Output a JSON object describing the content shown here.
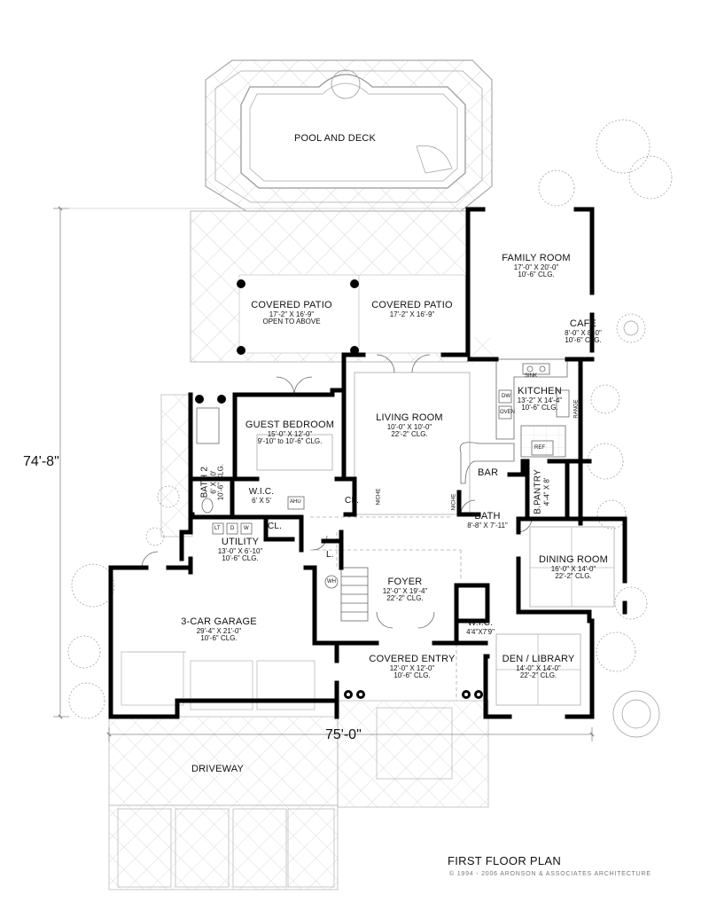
{
  "plan": {
    "title": "FIRST FLOOR PLAN",
    "copyright": "© 1994 - 2006 ARONSON & ASSOCIATES ARCHITECTURE",
    "overall_depth": "74'-8\"",
    "overall_width": "75'-0\""
  },
  "rooms": {
    "pool": {
      "name": "POOL AND DECK"
    },
    "family": {
      "name": "FAMILY ROOM",
      "size": "17'-0\" X 20'-0\"",
      "clg": "10'-6\" CLG."
    },
    "cafe": {
      "name": "CAFE",
      "size": "8'-0\" X 8'-0\"",
      "clg": "10'-6\" CLG."
    },
    "patio_left": {
      "name": "COVERED PATIO",
      "size": "17'-2\" X 16'-9\"",
      "note": "OPEN TO ABOVE"
    },
    "patio_right": {
      "name": "COVERED PATIO",
      "size": "17'-2\" X 16'-9\""
    },
    "kitchen": {
      "name": "KITCHEN",
      "size": "13'-2\" X 14'-4\"",
      "clg": "10'-6\" CLG."
    },
    "guest": {
      "name": "GUEST BEDROOM",
      "size": "15'-0\" X 12'-0\"",
      "clg": "9'-10\" to 10'-6\" CLG."
    },
    "living": {
      "name": "LIVING ROOM",
      "size": "10'-0\" X 10'-0\"",
      "clg": "22'-2\" CLG."
    },
    "bath2": {
      "name": "BATH 2",
      "size": "6' X 10'",
      "clg": "10'-6\" CLG."
    },
    "wic_guest": {
      "name": "W.I.C.",
      "size": "6' X 5'"
    },
    "bar": {
      "name": "BAR"
    },
    "pantry": {
      "name": "B.PANTRY",
      "size": "4'-4\" X 8'"
    },
    "bath": {
      "name": "BATH",
      "size": "8'-8\" X 7'-11\""
    },
    "utility": {
      "name": "UTILITY",
      "size": "13'-0\" X 6'-10\"",
      "clg": "10'-6\" CLG."
    },
    "dining": {
      "name": "DINING ROOM",
      "size": "16'-0\" X 14'-0\"",
      "clg": "22'-2\" CLG."
    },
    "foyer": {
      "name": "FOYER",
      "size": "12'-0\" X 19'-4\"",
      "clg": "22'-2\" CLG."
    },
    "garage": {
      "name": "3-CAR GARAGE",
      "size": "29'-4\" X 21'-0\"",
      "clg": "10'-6\" CLG."
    },
    "wic_den": {
      "name": "W.I.C.",
      "size": "4'4\"X7'9\""
    },
    "den": {
      "name": "DEN / LIBRARY",
      "size": "14'-0\" X 14'-0\"",
      "clg": "22'-2\" CLG."
    },
    "entry": {
      "name": "COVERED ENTRY",
      "size": "12'-0\" X 12'-0\"",
      "clg": "10'-6\" CLG."
    },
    "driveway": {
      "name": "DRIVEWAY"
    }
  },
  "fixtures": {
    "cl_a": "CL.",
    "cl_b": "CL.",
    "l": "L.",
    "sink": "SINK",
    "dw": "DW",
    "oven": "OVEN",
    "range": "RANGE",
    "ref": "REF",
    "ahu": "AHU",
    "wh": "WH",
    "niche_a": "NICHE",
    "niche_b": "NICHE",
    "lt": "LT",
    "d": "D",
    "w": "W"
  }
}
